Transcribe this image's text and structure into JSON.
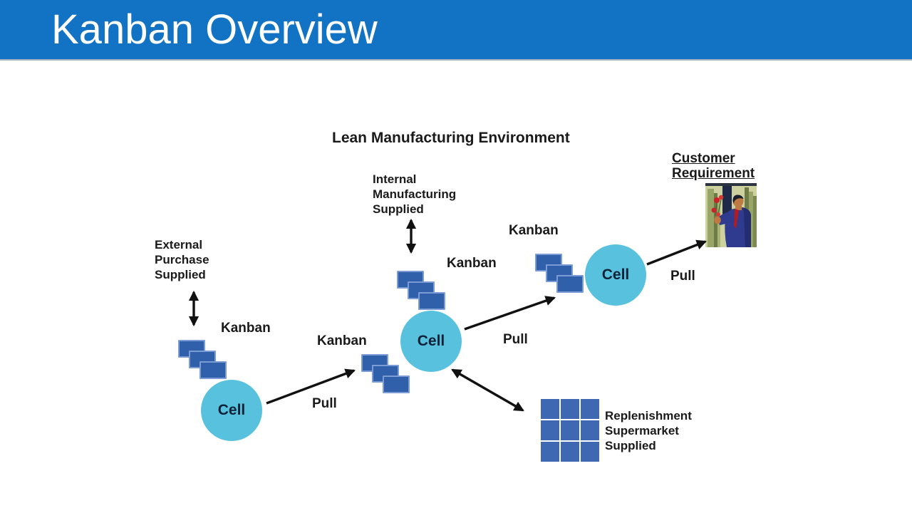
{
  "header": {
    "title": "Kanban Overview"
  },
  "diagram": {
    "title": "Lean Manufacturing Environment",
    "external_supply": "External\nPurchase\nSupplied",
    "internal_supply": "Internal\nManufacturing\nSupplied",
    "replenishment": "Replenishment\nSupermarket\nSupplied",
    "customer": "Customer\nRequirement",
    "kanban_labels": [
      "Kanban",
      "Kanban",
      "Kanban",
      "Kanban"
    ],
    "pull_labels": [
      "Pull",
      "Pull",
      "Pull"
    ],
    "cells": [
      {
        "label": "Cell"
      },
      {
        "label": "Cell"
      },
      {
        "label": "Cell"
      }
    ],
    "icons": {
      "kanban_card": "blue-card-rectangle",
      "supermarket_grid": "3x3-blue-grid",
      "customer_clipart": "man-in-suit-with-flowers"
    }
  },
  "colors": {
    "slide_bg": "#FFFFFF",
    "header_blue": "#1272C3",
    "header_border": "#A9B2BA",
    "title_white": "#FFFFFF",
    "card_blue": "#3160AB",
    "card_border": "#7C9CD6",
    "grid_blue": "#3E68B2",
    "cell_fill": "#58C2DE",
    "cell_text": "#0D2137",
    "label_text": "#1A1A1A",
    "arrow_black": "#111111"
  }
}
